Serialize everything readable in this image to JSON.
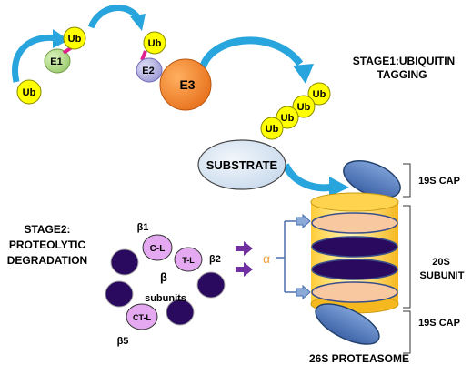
{
  "ubiquitin": {
    "label": "Ub"
  },
  "enzymes": {
    "e1": "E1",
    "e2": "E2",
    "e3": "E3"
  },
  "substrate": {
    "label": "SUBSTRATE"
  },
  "stage1": {
    "line1": "STAGE1:UBIQUITIN",
    "line2": "TAGGING"
  },
  "stage2": {
    "line1": "STAGE2:",
    "line2": "PROTEOLYTIC",
    "line3": "DEGRADATION"
  },
  "beta_ring": {
    "b1": "β1",
    "b2": "β2",
    "b5": "β5",
    "center_beta": "β",
    "center_sub": "subunits",
    "cl": "C-L",
    "tl": "T-L",
    "ctl": "CT-L"
  },
  "alpha_label": "α",
  "proteasome": {
    "cap_top": "19S CAP",
    "core_line1": "20S",
    "core_line2": "SUBUNIT",
    "cap_bottom": "19S CAP",
    "title": "26S PROTEASOME"
  },
  "colors": {
    "ub": "#ffff00",
    "e1": "#b5e08a",
    "e2": "#b9b7e6",
    "e3": "#f07f22",
    "substrate": "#d9e6f2",
    "cap": "#5b7fbf",
    "cylinder": "#ffd34d",
    "disk_dark": "#2a0a5e",
    "disk_light": "#f8c9a0",
    "subunit_dark": "#2a0a5e",
    "subunit_pink": "#e4a9f0",
    "arrow_blue": "#29a5de",
    "arrow_purple": "#7030a0",
    "alpha": "#f0a040"
  }
}
